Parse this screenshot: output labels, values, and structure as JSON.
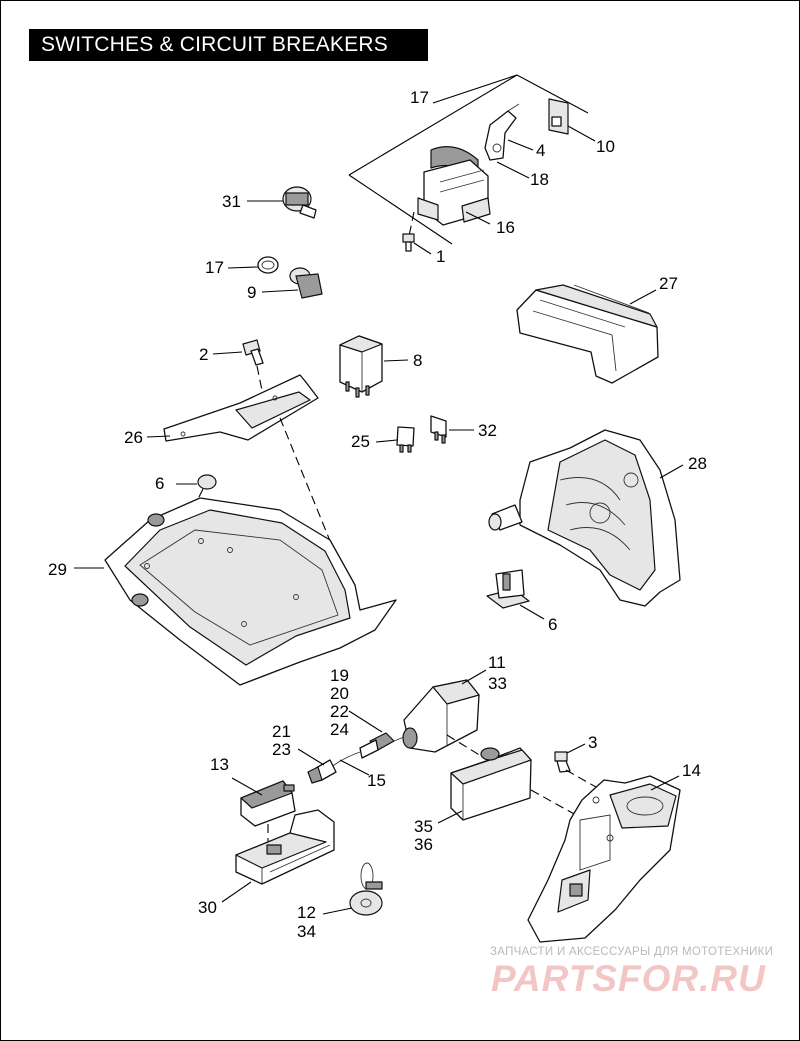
{
  "title": "SWITCHES & CIRCUIT BREAKERS",
  "callouts": {
    "c17a": "17",
    "c4": "4",
    "c10": "10",
    "c18": "18",
    "c16": "16",
    "c1": "1",
    "c31": "31",
    "c17b": "17",
    "c9": "9",
    "c27": "27",
    "c2": "2",
    "c8": "8",
    "c26": "26",
    "c25": "25",
    "c32": "32",
    "c28": "28",
    "c6a": "6",
    "c29": "29",
    "c6b": "6",
    "c19": "19",
    "c20": "20",
    "c22": "22",
    "c24": "24",
    "c11": "11",
    "c33": "33",
    "c21": "21",
    "c23": "23",
    "c13": "13",
    "c15": "15",
    "c3": "3",
    "c14": "14",
    "c35": "35",
    "c36": "36",
    "c30": "30",
    "c12": "12",
    "c34": "34"
  },
  "watermark": {
    "tagline": "ЗАПЧАСТИ И АКСЕССУАРЫ ДЛЯ МОТОТЕХНИКИ",
    "logo": "PARTSFOR.RU"
  },
  "colors": {
    "title_bg": "#000000",
    "title_text": "#ffffff",
    "watermark_logo": "#f3c6c6",
    "watermark_tagline": "#b9b9b9"
  }
}
